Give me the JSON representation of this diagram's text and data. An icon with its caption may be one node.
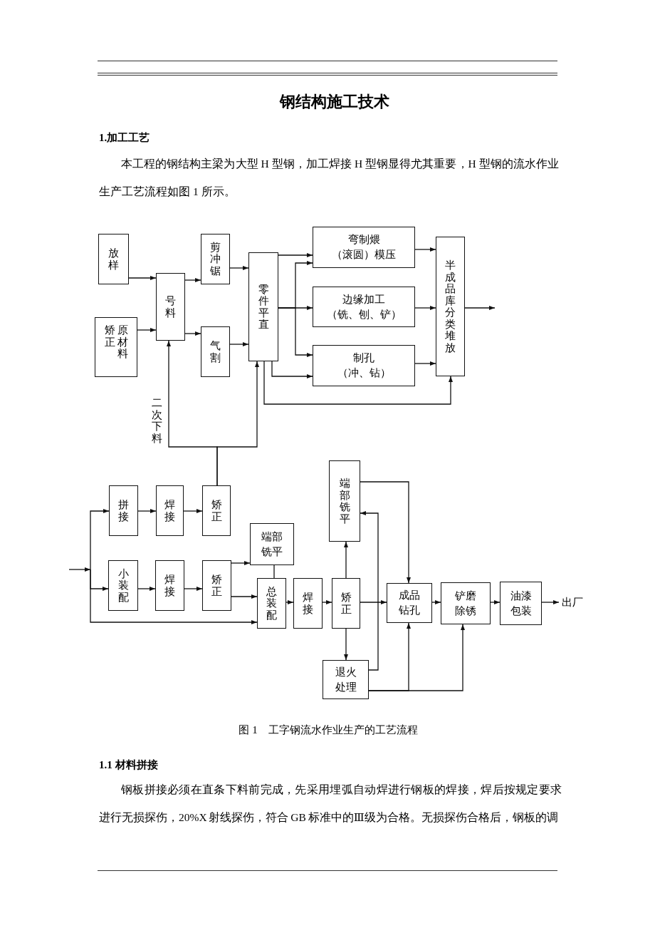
{
  "diagram": {
    "title": "钢结构施工技术",
    "caption": "图 1　工字钢流水作业生产的工艺流程",
    "nodes": [
      {
        "text": [
          "放样"
        ]
      },
      {
        "text": [
          "矫正",
          "原材料"
        ]
      },
      {
        "text": [
          "号料"
        ]
      },
      {
        "text": [
          "剪冲锯"
        ]
      },
      {
        "text": [
          "气割"
        ]
      },
      {
        "text": [
          "零件平直"
        ]
      },
      {
        "text": [
          "弯制煨",
          "（滚圆）模压"
        ]
      },
      {
        "text": [
          "边缘加工",
          "（铣、刨、铲）"
        ]
      },
      {
        "text": [
          "制孔",
          "（冲、钻）"
        ]
      },
      {
        "text": [
          "半成品库分类堆放"
        ]
      },
      {
        "text": [
          "拼接"
        ]
      },
      {
        "text": [
          "焊接"
        ]
      },
      {
        "text": [
          "矫正"
        ]
      },
      {
        "text": [
          "小装配"
        ]
      },
      {
        "text": [
          "焊接"
        ]
      },
      {
        "text": [
          "矫正"
        ]
      },
      {
        "text": [
          "端部铣平"
        ]
      },
      {
        "text": [
          "总装配"
        ]
      },
      {
        "text": [
          "焊接"
        ]
      },
      {
        "text": [
          "矫正"
        ]
      },
      {
        "text": [
          "端部铣平"
        ]
      },
      {
        "text": [
          "退火处理"
        ]
      },
      {
        "text": [
          "成品钻孔"
        ]
      },
      {
        "text": [
          "铲磨除锈"
        ]
      },
      {
        "text": [
          "油漆包装"
        ]
      },
      {
        "text": [
          "出厂"
        ]
      }
    ],
    "edges": [
      {
        "from": 0,
        "to": 2,
        "arrow": "to"
      },
      {
        "from": 1,
        "to": 2,
        "arrow": "to"
      },
      {
        "from": 2,
        "to": 3,
        "arrow": "to"
      },
      {
        "from": 2,
        "to": 4,
        "arrow": "to"
      },
      {
        "from": 3,
        "to": 5,
        "arrow": "to"
      },
      {
        "from": 4,
        "to": 5,
        "arrow": "to"
      },
      {
        "from": 5,
        "to": 6,
        "arrow": "to"
      },
      {
        "from": 5,
        "to": 7,
        "arrow": "to"
      },
      {
        "from": 5,
        "to": 6,
        "arrow": "to"
      },
      {
        "from": 5,
        "to": 8,
        "arrow": "to"
      },
      {
        "from": 5,
        "to": 8,
        "arrow": "to"
      },
      {
        "from": 5,
        "to": 9,
        "arrow": "to"
      },
      {
        "from": 6,
        "to": 9,
        "arrow": "to"
      },
      {
        "from": 7,
        "to": 9,
        "arrow": "to"
      },
      {
        "from": 8,
        "to": 9,
        "arrow": "to"
      },
      {
        "from": 9,
        "to": null,
        "arrow": "to"
      },
      {
        "from": 12,
        "to": 2,
        "arrow": "to",
        "label": "二次下料"
      },
      {
        "from": 12,
        "to": 5,
        "arrow": "to"
      },
      {
        "from": null,
        "to": 10,
        "arrow": "to"
      },
      {
        "from": null,
        "to": 13,
        "arrow": "to"
      },
      {
        "from": null,
        "to": 17,
        "arrow": "to"
      },
      {
        "from": 10,
        "to": 11,
        "arrow": "to"
      },
      {
        "from": 11,
        "to": 12,
        "arrow": "to"
      },
      {
        "from": 13,
        "to": 14,
        "arrow": "to"
      },
      {
        "from": 14,
        "to": 15,
        "arrow": "to"
      },
      {
        "from": 15,
        "to": 16,
        "arrow": "to"
      },
      {
        "from": 15,
        "to": 17,
        "arrow": "to"
      },
      {
        "from": 16,
        "to": 17,
        "arrow": "none"
      },
      {
        "from": 17,
        "to": 18,
        "arrow": "to"
      },
      {
        "from": 18,
        "to": 19,
        "arrow": "to"
      },
      {
        "from": 19,
        "to": 20,
        "arrow": "to"
      },
      {
        "from": 19,
        "to": 21,
        "arrow": "to"
      },
      {
        "from": 21,
        "to": 20,
        "arrow": "to"
      },
      {
        "from": 20,
        "to": 22,
        "arrow": "to"
      },
      {
        "from": 19,
        "to": 22,
        "arrow": "to"
      },
      {
        "from": 22,
        "to": 23,
        "arrow": "to"
      },
      {
        "from": 23,
        "to": 24,
        "arrow": "to"
      },
      {
        "from": 24,
        "to": 25,
        "arrow": "to"
      },
      {
        "from": 21,
        "to": 22,
        "arrow": "to"
      },
      {
        "from": 21,
        "to": 23,
        "arrow": "to"
      }
    ],
    "labels": [
      "1.加工工艺",
      "本工程的钢结构主梁为大型 H 型钢，加工焊接 H 型钢显得尤其重要，H 型钢的流水作业生产工艺流程如图 1 所示。",
      "1.1 材料拼接",
      "钢板拼接必须在直条下料前完成，先采用埋弧自动焊进行钢板的焊接，焊后按规定要求进行无损探伤，20%X 射线探伤，符合 GB 标准中的Ⅲ级为合格。无损探伤合格后，钢板的调"
    ]
  }
}
